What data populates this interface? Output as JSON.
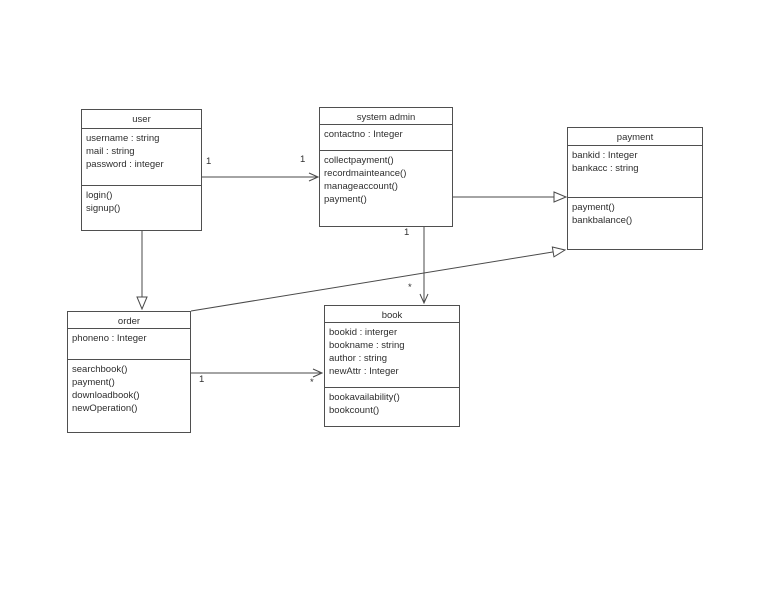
{
  "diagram": {
    "line_color": "#4a4a4a",
    "background_color": "#ffffff",
    "classes": {
      "user": {
        "title": "user",
        "attributes": [
          "username : string",
          "mail : string",
          "password : integer"
        ],
        "methods": [
          "login()",
          "signup()"
        ]
      },
      "system_admin": {
        "title": "system admin",
        "attributes": [
          "contactno : Integer"
        ],
        "methods": [
          "collectpayment()",
          "recordmainteance()",
          "manageaccount()",
          "payment()"
        ]
      },
      "payment": {
        "title": "payment",
        "attributes": [
          "bankid : Integer",
          "bankacc : string"
        ],
        "methods": [
          "payment()",
          "bankbalance()"
        ]
      },
      "order": {
        "title": "order",
        "attributes": [
          "phoneno : Integer"
        ],
        "methods": [
          "searchbook()",
          "payment()",
          "downloadbook()",
          "newOperation()"
        ]
      },
      "book": {
        "title": "book",
        "attributes": [
          "bookid : interger",
          "bookname : string",
          "author : string",
          "newAttr : Integer"
        ],
        "methods": [
          "bookavailability()",
          "bookcount()"
        ]
      }
    },
    "multiplicity": {
      "user_admin_source": "1",
      "user_admin_target": "1",
      "admin_book_source": "1",
      "admin_book_target": "*",
      "order_book_source": "1",
      "order_book_target": "*"
    }
  }
}
